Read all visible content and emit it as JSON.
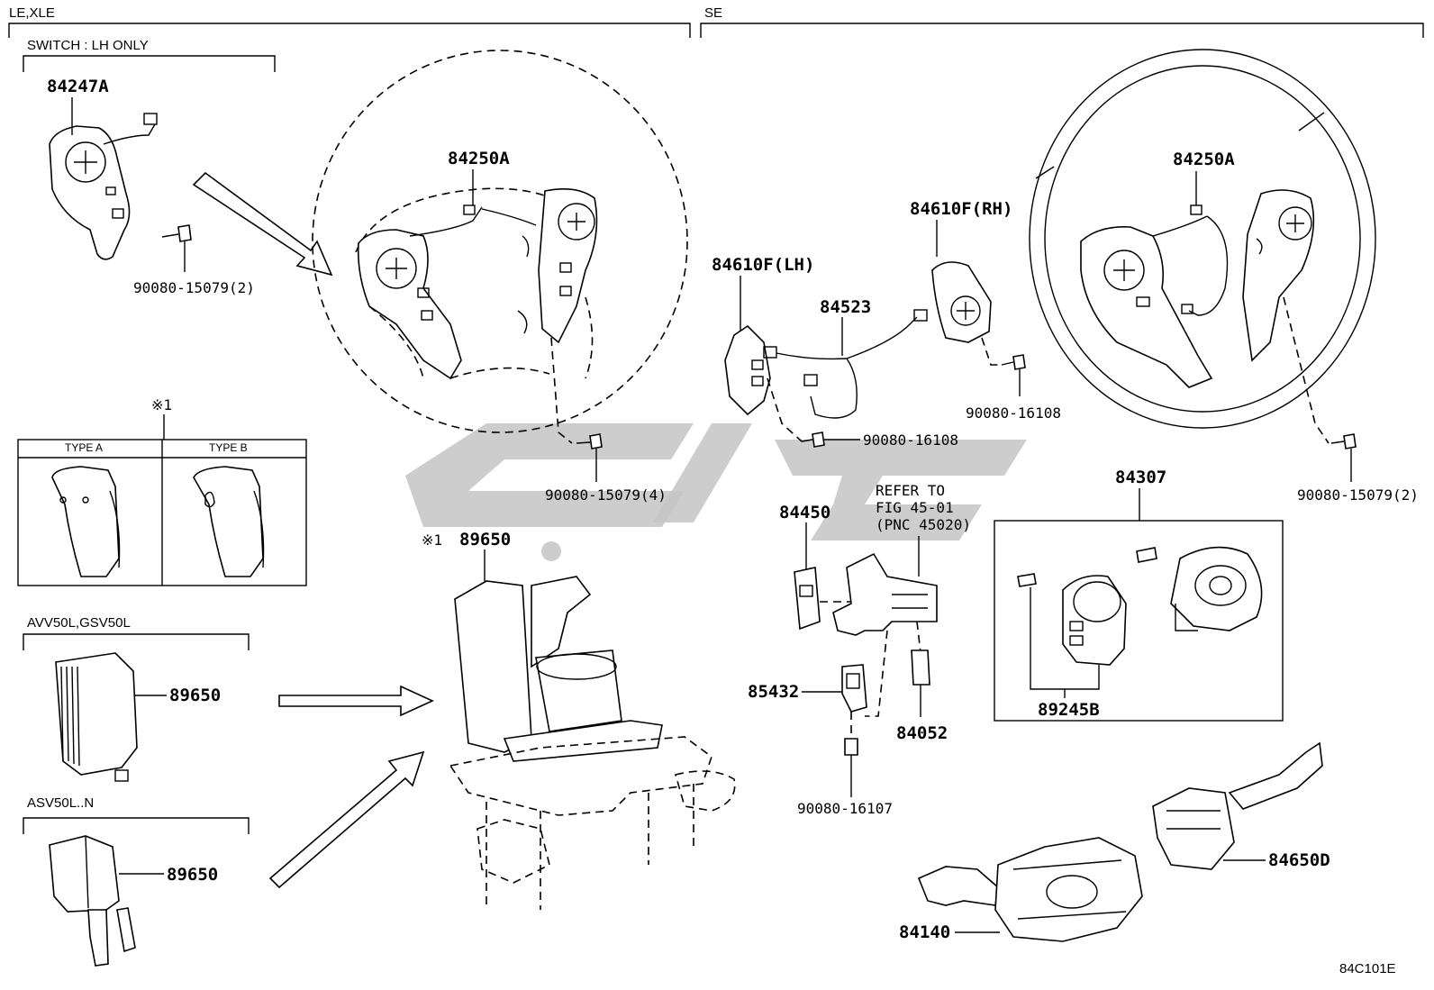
{
  "sections": {
    "left_header": "LE,XLE",
    "right_header": "SE",
    "switch_note": "SWITCH : LH ONLY",
    "type_a": "TYPE A",
    "type_b": "TYPE B",
    "note_mark": "※1",
    "variant_1": "AVV50L,GSV50L",
    "variant_2": "ASV50L..N"
  },
  "parts": {
    "p84247A": "84247A",
    "p84250A_left": "84250A",
    "p90080_15079_2_left": "90080-15079(2)",
    "p90080_15079_4": "90080-15079(4)",
    "p89650_main": "89650",
    "p89650_mark": "※1",
    "p89650_avv": "89650",
    "p89650_asv": "89650",
    "p84610F_LH": "84610F(LH)",
    "p84610F_RH": "84610F(RH)",
    "p84523": "84523",
    "p90080_16108_a": "90080-16108",
    "p90080_16108_b": "90080-16108",
    "p84450": "84450",
    "refer_1": "REFER TO",
    "refer_2": "FIG 45-01",
    "refer_3": "(PNC 45020)",
    "p85432": "85432",
    "p84052": "84052",
    "p90080_16107": "90080-16107",
    "p84250A_right": "84250A",
    "p90080_15079_2_right": "90080-15079(2)",
    "p84307": "84307",
    "p89245B": "89245B",
    "p84650D": "84650D",
    "p84140": "84140"
  },
  "figure_code": "84C101E",
  "colors": {
    "line": "#000000",
    "watermark": "#c4c4c4",
    "background": "#ffffff"
  }
}
